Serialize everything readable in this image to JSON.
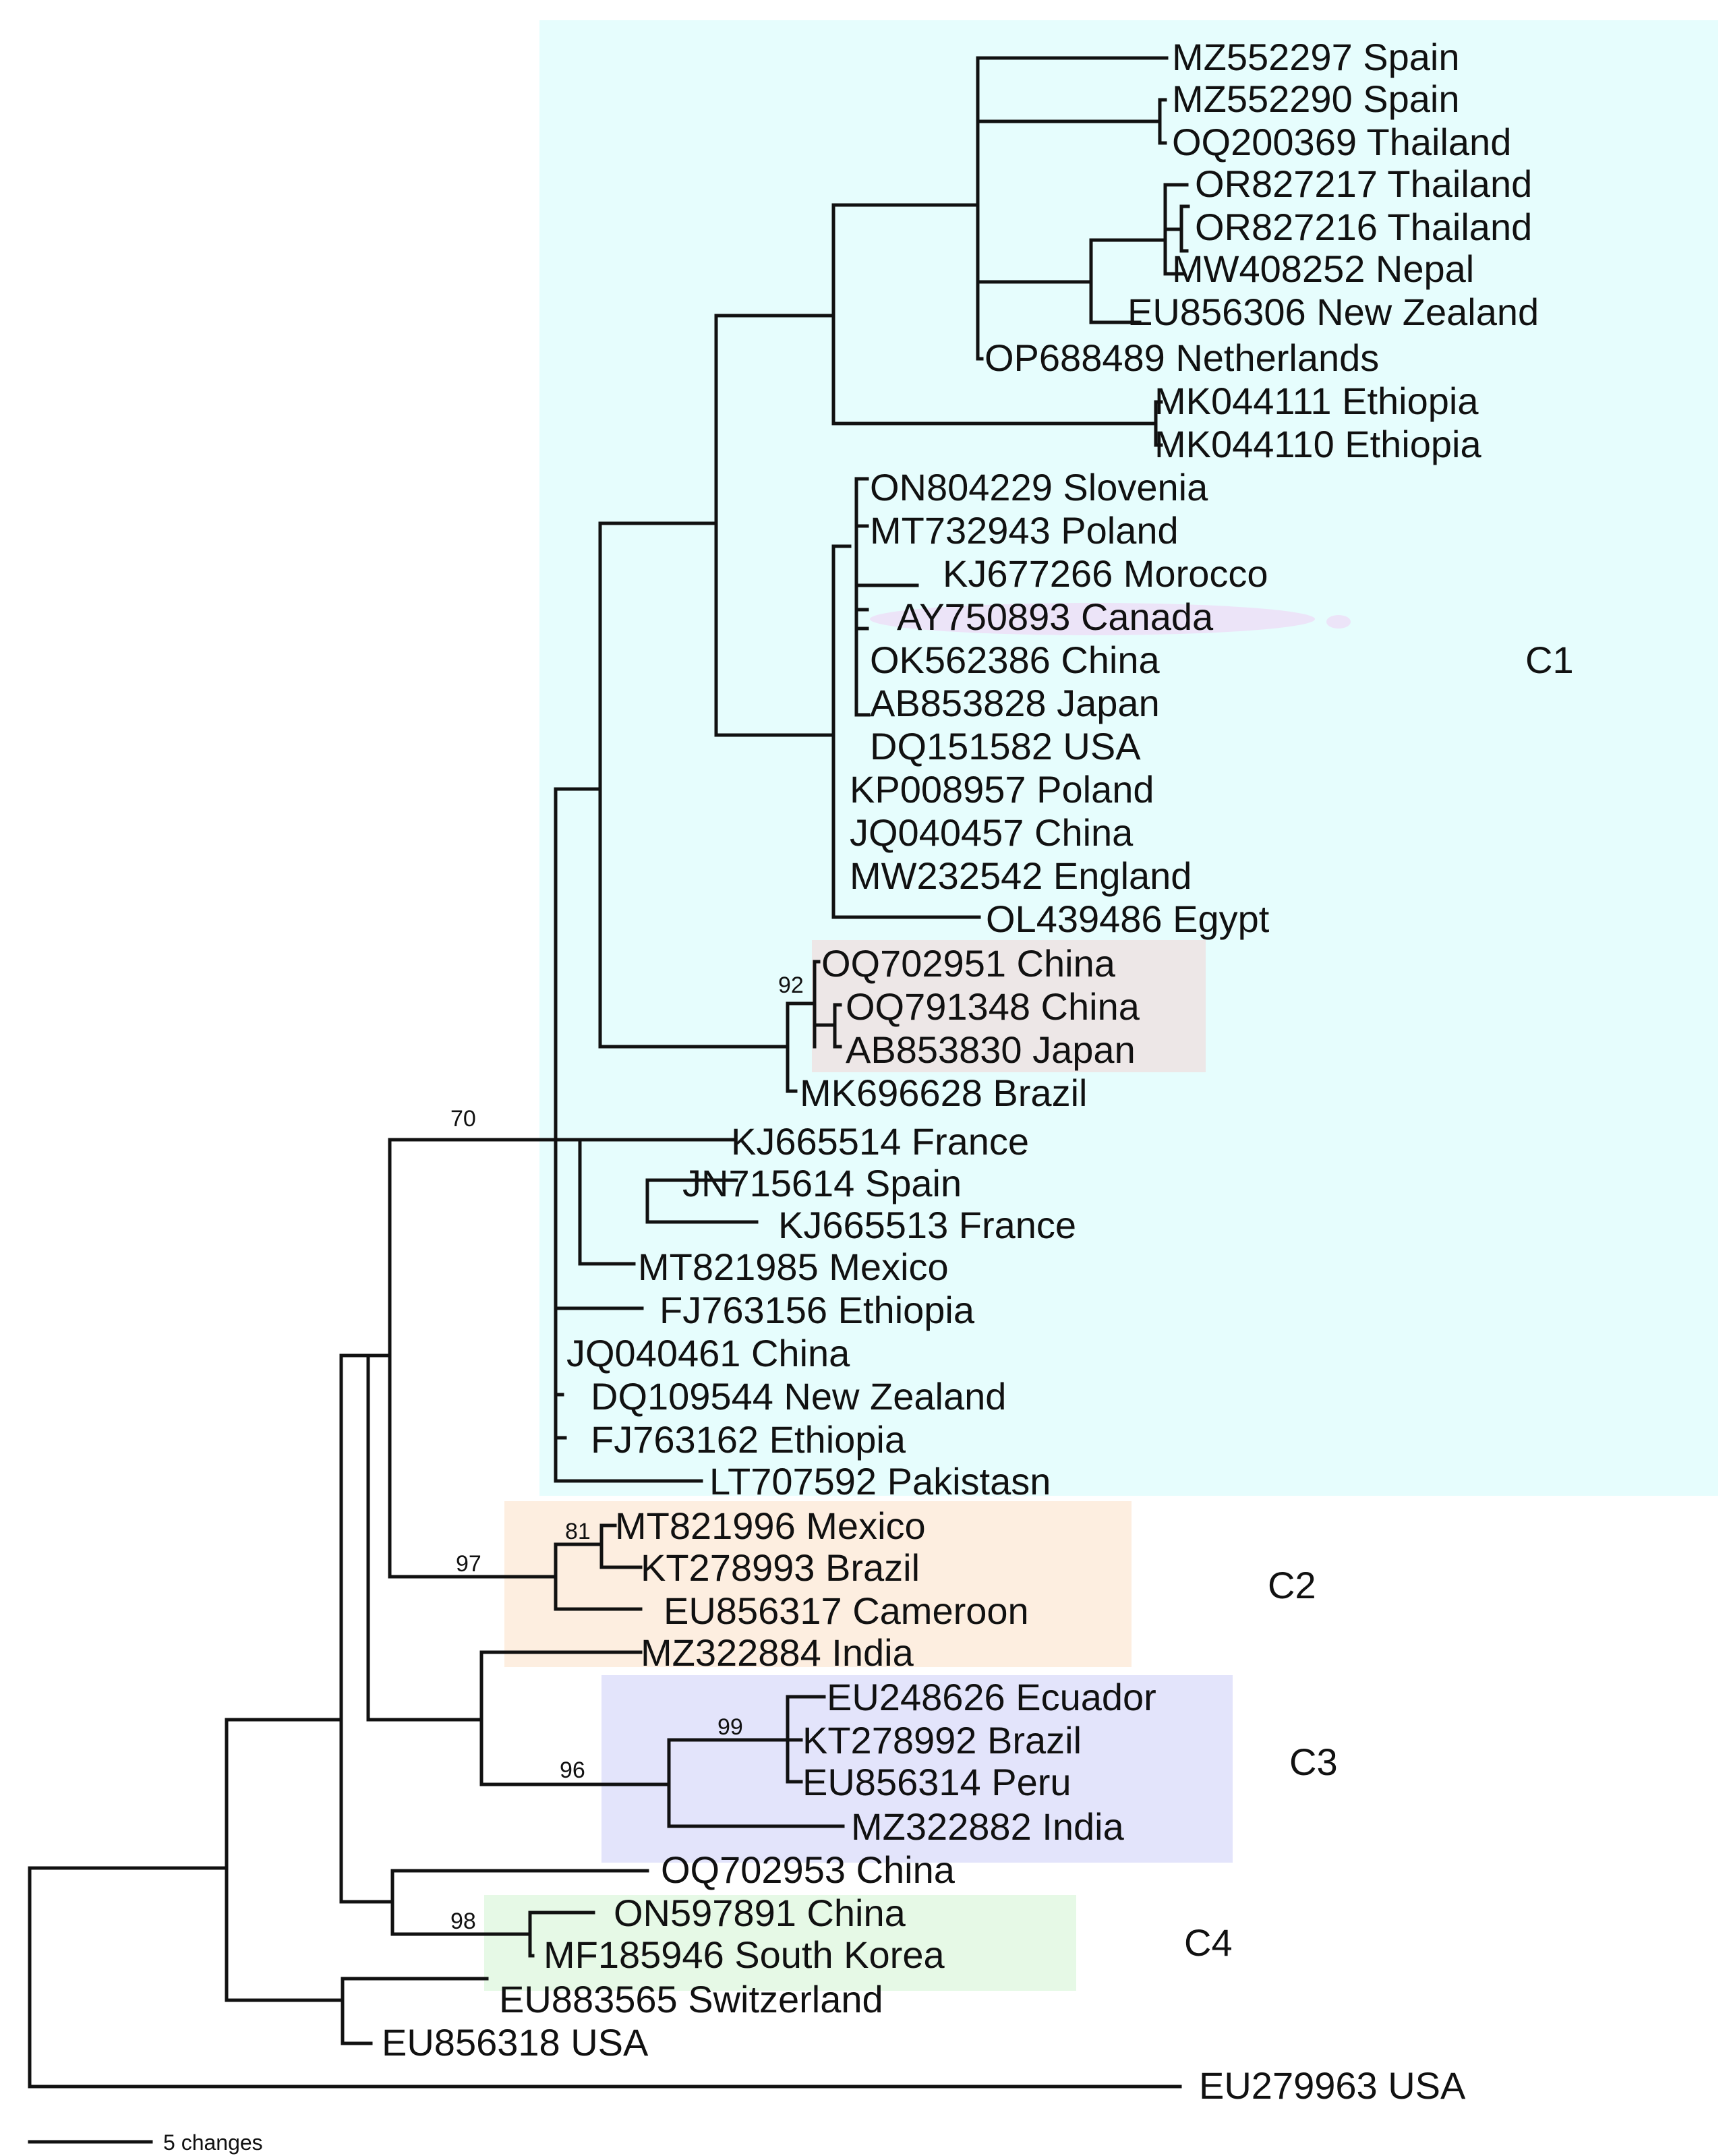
{
  "taxa": [
    "MZ552297 Spain",
    "MZ552290 Spain",
    "OQ200369 Thailand",
    "OR827217 Thailand",
    "OR827216 Thailand",
    "MW408252 Nepal",
    "EU856306 New Zealand",
    "OP688489 Netherlands",
    "MK044111 Ethiopia",
    "MK044110 Ethiopia",
    "ON804229 Slovenia",
    "MT732943 Poland",
    "KJ677266 Morocco",
    "AY750893 Canada",
    "OK562386 China",
    "AB853828 Japan",
    "DQ151582 USA",
    "KP008957 Poland",
    "JQ040457 China",
    "MW232542 England",
    "OL439486 Egypt",
    "OQ702951 China",
    "OQ791348 China",
    "AB853830 Japan",
    "MK696628 Brazil",
    "KJ665514 France",
    "JN715614 Spain",
    "KJ665513 France",
    "MT821985 Mexico",
    "FJ763156 Ethiopia",
    "JQ040461 China",
    "DQ109544 New Zealand",
    "FJ763162 Ethiopia",
    "LT707592 Pakistasn",
    "MT821996 Mexico",
    "KT278993 Brazil",
    "EU856317 Cameroon",
    "MZ322884 India",
    "EU248626 Ecuador",
    "KT278992 Brazil",
    "EU856314 Peru",
    "MZ322882 India",
    "OQ702953 China",
    "ON597891 China",
    "MF185946 South Korea",
    "EU883565 Switzerland",
    "EU856318 USA",
    "EU279963 USA"
  ],
  "clades": [
    {
      "name": "C1",
      "color": "#e6fdfd"
    },
    {
      "name": "C2",
      "color": "#fdeee0"
    },
    {
      "name": "C3",
      "color": "#e3e4fb"
    },
    {
      "name": "C4",
      "color": "#e6f9e6"
    }
  ],
  "highlights": {
    "grey_group_color": "#ede7e7",
    "canada_ellipse_color": "#ece4f8"
  },
  "bootstrap": [
    "70",
    "92",
    "97",
    "81",
    "96",
    "99",
    "98"
  ],
  "scale": {
    "label": "5 changes"
  }
}
